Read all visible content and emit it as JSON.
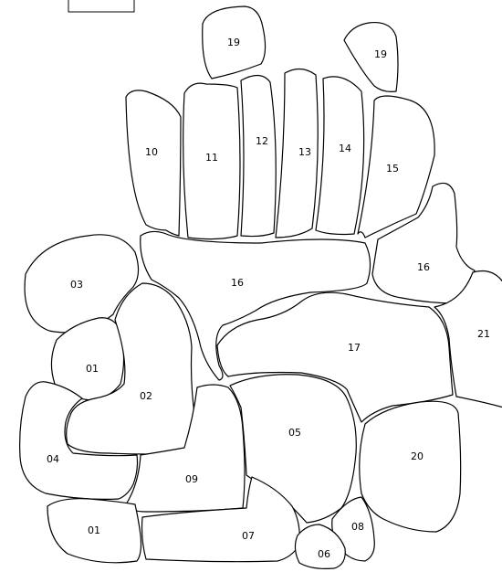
{
  "regions": {
    "r19a": "19",
    "r19b": "19",
    "r10": "10",
    "r11": "11",
    "r12": "12",
    "r13": "13",
    "r14": "14",
    "r15": "15",
    "r16a": "16",
    "r16b": "16",
    "r03": "03",
    "r01a": "01",
    "r02": "02",
    "r17": "17",
    "r21": "21",
    "r04": "04",
    "r05": "05",
    "r09": "09",
    "r20": "20",
    "r01b": "01",
    "r07": "07",
    "r08": "08",
    "r06": "06"
  }
}
